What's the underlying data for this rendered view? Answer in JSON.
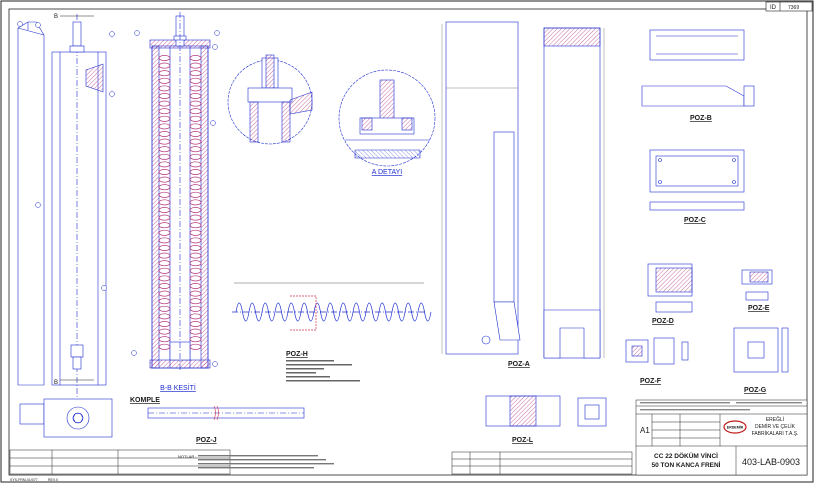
{
  "sheet_id": {
    "label": "ID",
    "value": "7369"
  },
  "sections": {
    "b_top": "B",
    "b_bottom": "B",
    "bb_section": "B-B KESİTİ",
    "a_detail": "A DETAYI"
  },
  "positions": {
    "komple": "KOMPLE",
    "poz_a": "POZ-A",
    "poz_b": "POZ-B",
    "poz_c": "POZ-C",
    "poz_d": "POZ-D",
    "poz_e": "POZ-E",
    "poz_f": "POZ-F",
    "poz_g": "POZ-G",
    "poz_h": "POZ-H",
    "poz_j": "POZ-J",
    "poz_l": "POZ-L"
  },
  "title_block": {
    "size": "A1",
    "company_line1": "EREĞLİ",
    "company_line2": "DEMİR VE ÇELİK",
    "company_line3": "FABRİKALARI T.A.Ş.",
    "logo_text": "ERDEMİR",
    "title_line1": "CC 22 DÖKÜM VİNCİ",
    "title_line2": "50 TON KANCA FRENİ",
    "drawing_no": "403-LAB-0903"
  },
  "notes_heading": "NOTLAR :",
  "footer_left": "SYS-FRM-01/077",
  "footer_rev": "REV.0",
  "colors": {
    "line": "#1f2fd0",
    "hatch": "#b0307a",
    "section": "#d03050",
    "text": "#1a1a1a"
  }
}
